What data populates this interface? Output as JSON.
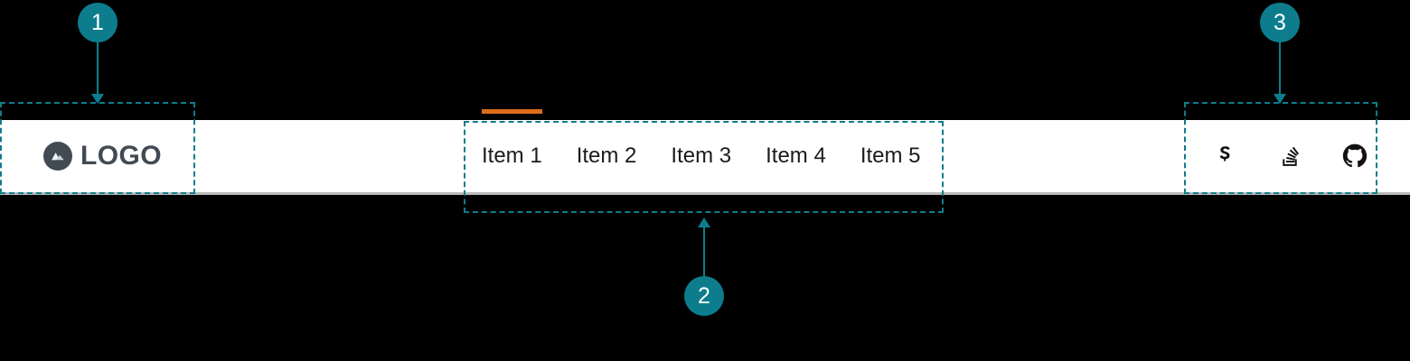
{
  "colors": {
    "page_background": "#000000",
    "header_background": "#ffffff",
    "header_border": "#b9b9b9",
    "brand": "#424a54",
    "nav_text": "#1b1b1b",
    "active_underline": "#de6d1c",
    "annotation": "#0d7d8e",
    "icon": "#111111"
  },
  "header": {
    "brand": {
      "logo_icon": "mountain-circle-icon",
      "text": "LOGO"
    },
    "nav": {
      "items": [
        {
          "label": "Item 1",
          "active": true
        },
        {
          "label": "Item 2",
          "active": false
        },
        {
          "label": "Item 3",
          "active": false
        },
        {
          "label": "Item 4",
          "active": false
        },
        {
          "label": "Item 5",
          "active": false
        }
      ]
    },
    "social": {
      "items": [
        {
          "icon": "superuser-icon",
          "label": "Super User"
        },
        {
          "icon": "stack-overflow-icon",
          "label": "Stack Overflow"
        },
        {
          "icon": "github-icon",
          "label": "GitHub"
        }
      ]
    }
  },
  "annotations": [
    {
      "number": "1",
      "direction": "down",
      "target": "brand-logo-region"
    },
    {
      "number": "2",
      "direction": "up",
      "target": "primary-navigation-region"
    },
    {
      "number": "3",
      "direction": "down",
      "target": "social-links-region"
    }
  ]
}
